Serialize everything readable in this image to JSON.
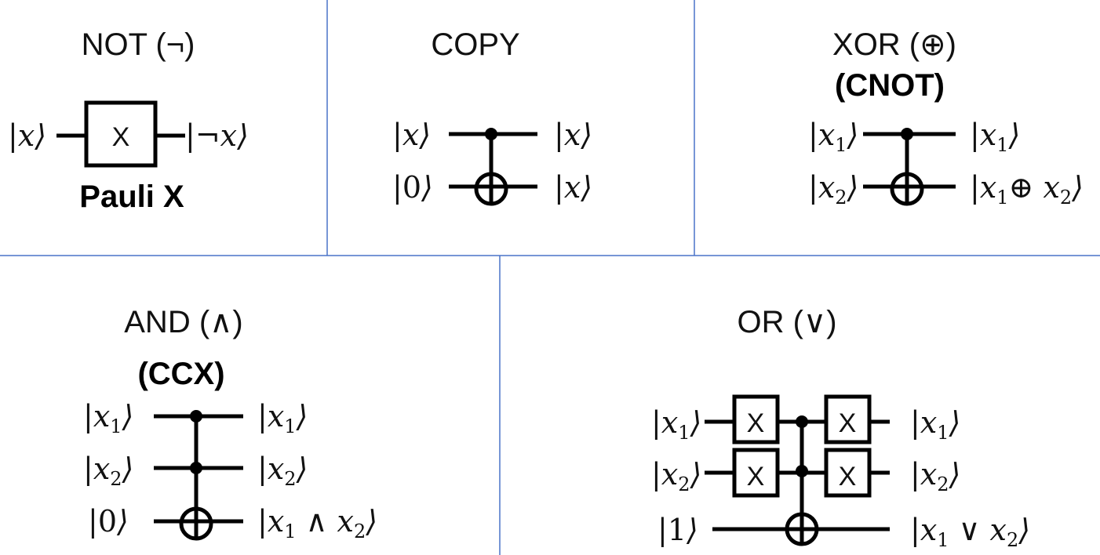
{
  "panels": {
    "not": {
      "title": "NOT (¬)",
      "gate_label": "X",
      "caption": "Pauli X",
      "in": "|x⟩",
      "out": "|¬x⟩"
    },
    "copy": {
      "title": "COPY",
      "in": [
        "|x⟩",
        "|0⟩"
      ],
      "out": [
        "|x⟩",
        "|x⟩"
      ]
    },
    "xor": {
      "title": "XOR (⊕)",
      "caption": "(CNOT)",
      "in": [
        "|x1⟩",
        "|x2⟩"
      ],
      "out": [
        "|x1⟩",
        "|x1⊕ x2⟩"
      ]
    },
    "and": {
      "title": "AND (∧)",
      "caption": "(CCX)",
      "in": [
        "|x1⟩",
        "|x2⟩",
        "|0⟩"
      ],
      "out": [
        "|x1⟩",
        "|x2⟩",
        "|x1 ∧ x2⟩"
      ]
    },
    "or": {
      "title": "OR (∨)",
      "gate_label": "X",
      "in": [
        "|x1⟩",
        "|x2⟩",
        "|1⟩"
      ],
      "out": [
        "|x1⟩",
        "|x2⟩",
        "|x1 ∨ x2⟩"
      ]
    }
  }
}
